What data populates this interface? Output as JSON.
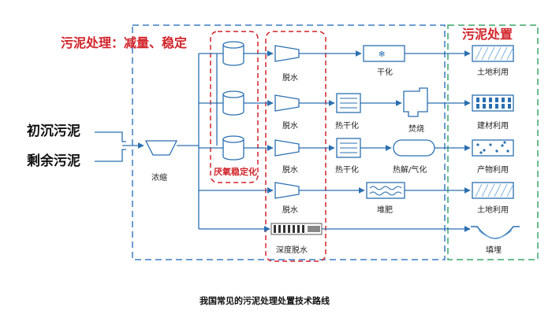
{
  "sources": {
    "primary_sludge": "初沉污泥",
    "excess_sludge": "剩余污泥"
  },
  "process_title": "污泥处理：减量、稳定",
  "disposal_title": "污泥处置",
  "thickening": "浓缩",
  "anaerobic": "厌氧稳定化",
  "dewater": [
    "脱水",
    "脱水",
    "脱水",
    "脱水"
  ],
  "deep_dewater": "深度脱水",
  "processes": {
    "drying": "干化",
    "thermal_drying_1": "热干化",
    "incineration": "焚烧",
    "thermal_drying_2": "热干化",
    "pyrolysis": "热解/气化",
    "composting": "堆肥"
  },
  "disposal": [
    "土地利用",
    "建材利用",
    "产物利用",
    "土地利用",
    "填埋"
  ],
  "caption": "我国常见的污泥处理处置技术路线",
  "colors": {
    "flow": "#2a6fb0",
    "red": "#d2232a",
    "blue_box": "#3a7cc4",
    "green_box": "#3aa66a"
  }
}
